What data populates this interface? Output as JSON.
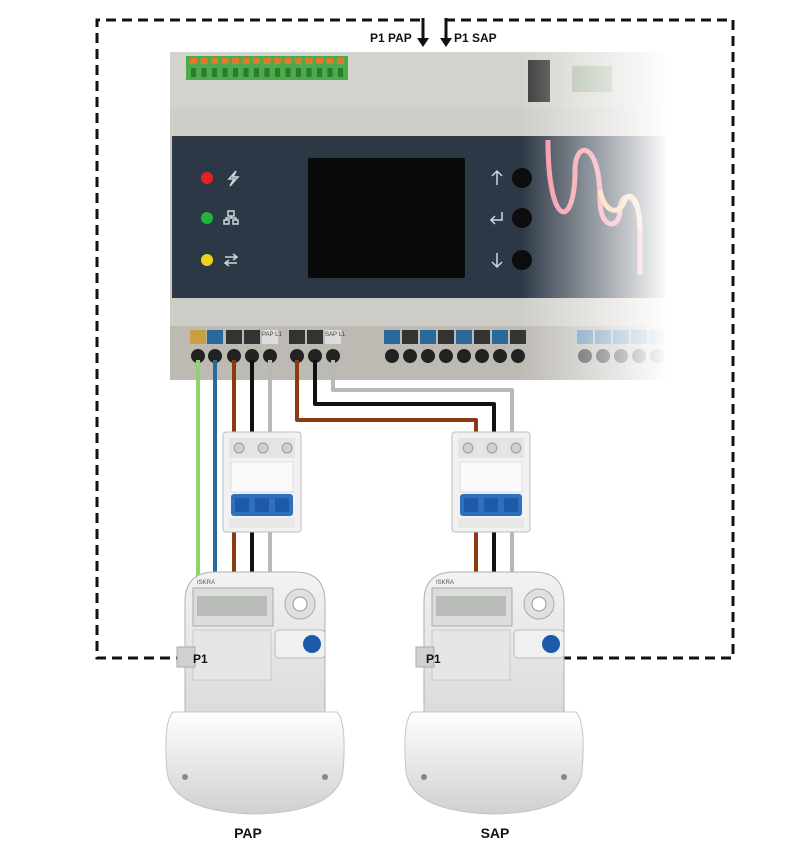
{
  "diagram": {
    "labels": {
      "p1_pap": "P1 PAP",
      "p1_sap": "P1 SAP",
      "p1_left": "P1",
      "p1_right": "P1",
      "meter_left": "PAP",
      "meter_right": "SAP",
      "terminal_pap": "PAP L1",
      "terminal_sap": "SAP L1"
    },
    "controller": {
      "indicators": [
        {
          "name": "power",
          "color": "#e52222",
          "icon": "lightning-icon"
        },
        {
          "name": "network",
          "color": "#22b33a",
          "icon": "network-icon"
        },
        {
          "name": "data",
          "color": "#f0d21c",
          "icon": "swap-arrows-icon"
        }
      ],
      "buttons": [
        {
          "name": "up",
          "icon": "arrow-up-icon"
        },
        {
          "name": "enter",
          "icon": "enter-icon"
        },
        {
          "name": "down",
          "icon": "arrow-down-icon"
        }
      ]
    },
    "wire_colors": {
      "green": "#8ed36e",
      "blue": "#2a6a9a",
      "brown": "#8b3a12",
      "black": "#111111",
      "grey": "#b8b8b8"
    },
    "meter_brand": "ISKRA"
  }
}
